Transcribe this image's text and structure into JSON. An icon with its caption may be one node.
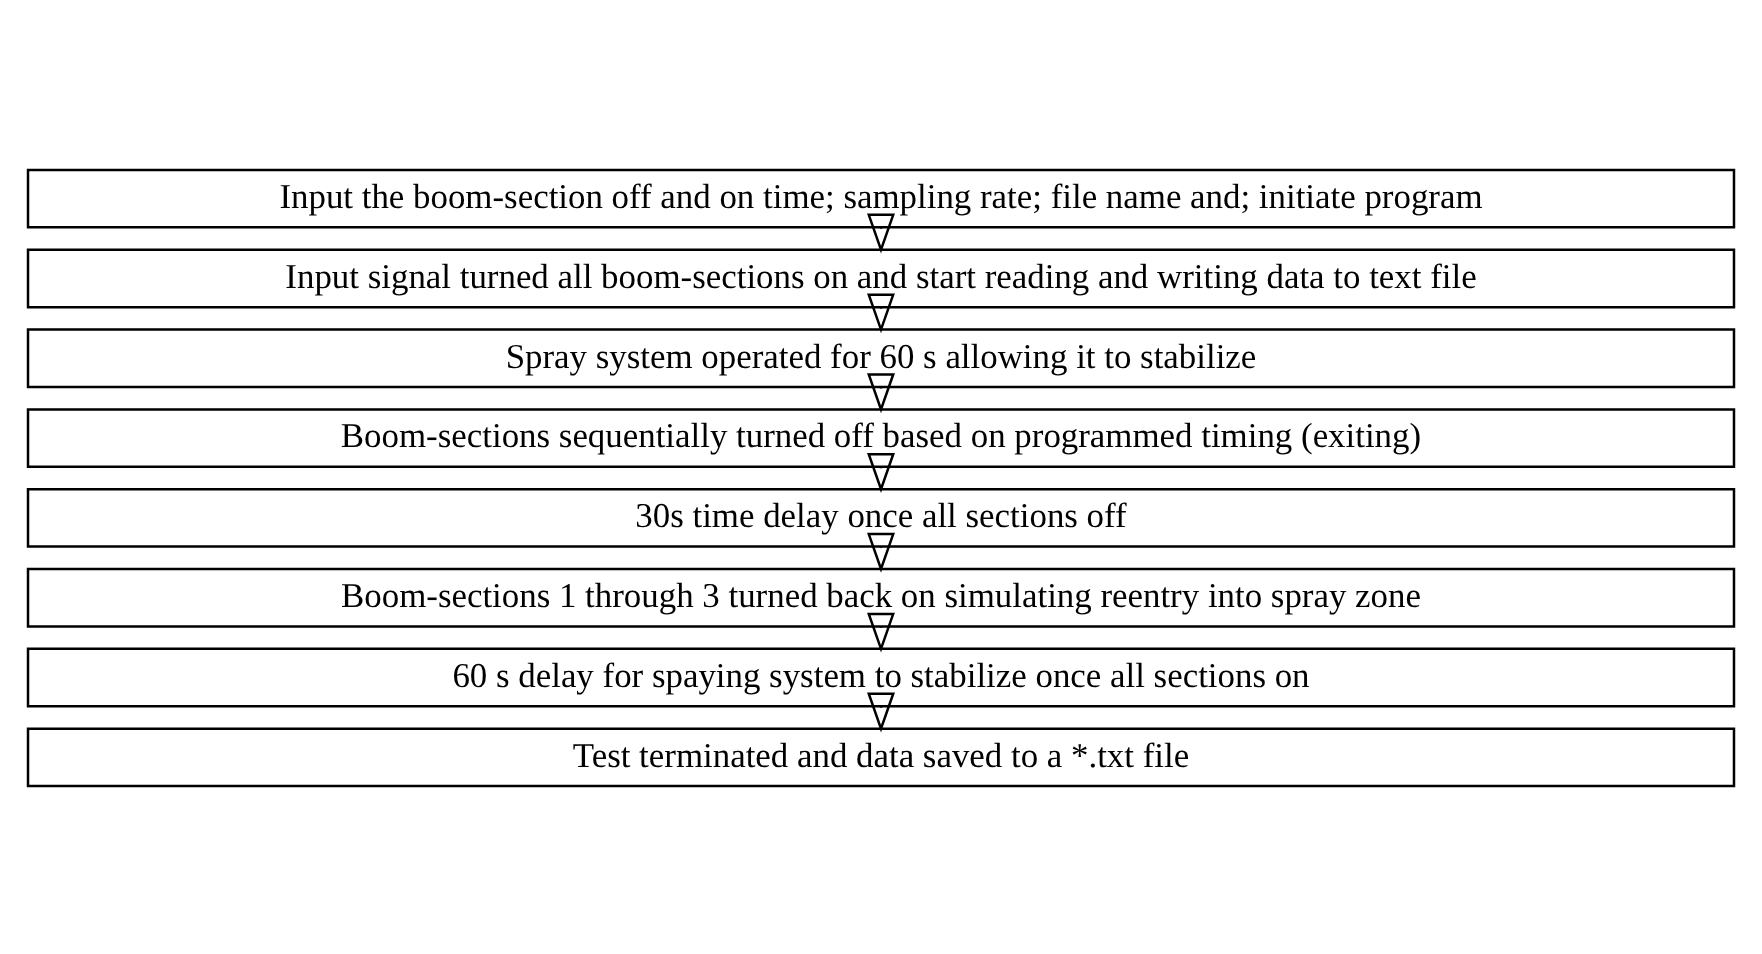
{
  "diagram": {
    "nodes": [
      {
        "text": [
          "Input the boom-section off and on time; sampling rate; file name and; initiate program"
        ]
      },
      {
        "text": [
          "Input signal turned all boom-sections on and start reading and writing data to text file"
        ]
      },
      {
        "text": [
          "Spray system operated for 60 s allowing it to stabilize"
        ]
      },
      {
        "text": [
          "Boom-sections sequentially turned off based on programmed timing (exiting)"
        ]
      },
      {
        "text": [
          "30s time delay once all sections off"
        ]
      },
      {
        "text": [
          "Boom-sections 1 through 3 turned back on simulating reentry into spray zone"
        ]
      },
      {
        "text": [
          "60 s delay for spaying system to stabilize once all sections on"
        ]
      },
      {
        "text": [
          "Test terminated and data saved to a *.txt file"
        ]
      }
    ],
    "edges": [
      {
        "from": 0,
        "to": 1,
        "arrow": "to"
      },
      {
        "from": 1,
        "to": 2,
        "arrow": "to"
      },
      {
        "from": 2,
        "to": 3,
        "arrow": "to"
      },
      {
        "from": 3,
        "to": 4,
        "arrow": "to"
      },
      {
        "from": 4,
        "to": 5,
        "arrow": "to"
      },
      {
        "from": 5,
        "to": 6,
        "arrow": "to"
      },
      {
        "from": 6,
        "to": 7,
        "arrow": "to"
      }
    ]
  }
}
